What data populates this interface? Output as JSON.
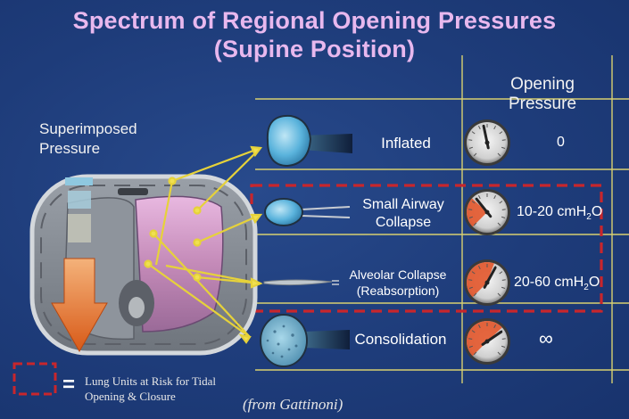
{
  "title": {
    "line1": "Spectrum of Regional Opening Pressures",
    "line2": "(Supine Position)"
  },
  "headers": {
    "opening_pressure_line1": "Opening",
    "opening_pressure_line2": "Pressure",
    "superimposed_line1": "Superimposed",
    "superimposed_line2": "Pressure"
  },
  "rows": [
    {
      "label_line1": "Inflated",
      "label_line2": "",
      "pressure": "0",
      "gauge_needle_fraction": 0.35,
      "gauge_fill": "none"
    },
    {
      "label_line1": "Small Airway",
      "label_line2": "Collapse",
      "pressure": "10-20 cmH",
      "subscript": "2",
      "suffix": "O",
      "gauge_needle_fraction": 0.25,
      "gauge_fill": "#e3572b"
    },
    {
      "label_line1": "Alveolar Collapse",
      "label_line2": "(Reabsorption)",
      "pressure": "20-60 cmH",
      "subscript": "2",
      "suffix": "O",
      "gauge_needle_fraction": 0.5,
      "gauge_fill": "#e3572b"
    },
    {
      "label_line1": "Consolidation",
      "label_line2": "",
      "pressure": "∞",
      "gauge_needle_fraction": 0.6,
      "gauge_fill": "#e3572b"
    }
  ],
  "legend": {
    "equals": "=",
    "text_line1": "Lung Units at Risk for Tidal",
    "text_line2": "Opening & Closure"
  },
  "source": "(from Gattinoni)",
  "colors": {
    "title": "#e8b8ee",
    "background": "#1f3e7e",
    "grid_line": "#d8d070",
    "risk_box": "#c8262c",
    "lung_blue": "#5ab3dc",
    "arrow_orange": "#e8702a"
  }
}
